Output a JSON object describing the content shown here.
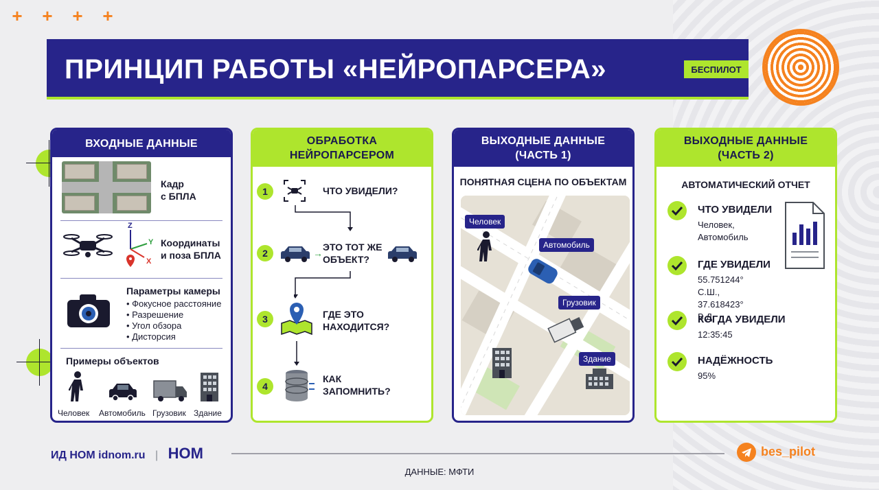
{
  "header": {
    "title": "ПРИНЦИП РАБОТЫ «НЕЙРОПАРСЕРА»",
    "tag": "БЕСПИЛОТ"
  },
  "panels": {
    "input": {
      "title": "ВХОДНЫЕ ДАННЫЕ",
      "frame_label": "Кадр\nс БПЛА",
      "coords_label": "Координаты\nи поза БПЛА",
      "axis_z": "Z",
      "axis_x": "X",
      "axis_y": "Y",
      "camera_title": "Параметры камеры",
      "camera_items": [
        "• Фокусное расстояние",
        "• Разрешение",
        "• Угол обзора",
        "• Дисторсия"
      ],
      "examples_title": "Примеры объектов",
      "examples": [
        "Человек",
        "Автомобиль",
        "Грузовик",
        "Здание"
      ]
    },
    "processing": {
      "title": "ОБРАБОТКА\nНЕЙРОПАРСЕРОМ",
      "steps": [
        {
          "num": "1",
          "text": "ЧТО УВИДЕЛИ?"
        },
        {
          "num": "2",
          "text": "ЭТО ТОТ ЖЕ\nОБЪЕКТ?"
        },
        {
          "num": "3",
          "text": "ГДЕ ЭТО\nНАХОДИТСЯ?"
        },
        {
          "num": "4",
          "text": "КАК\nЗАПОМНИТЬ?"
        }
      ]
    },
    "output1": {
      "title": "ВЫХОДНЫЕ ДАННЫЕ\n(ЧАСТЬ 1)",
      "subtitle": "ПОНЯТНАЯ СЦЕНА ПО ОБЪЕКТАМ",
      "tags": [
        "Человек",
        "Автомобиль",
        "Грузовик",
        "Здание"
      ]
    },
    "output2": {
      "title": "ВЫХОДНЫЕ ДАННЫЕ\n(ЧАСТЬ 2)",
      "subtitle": "АВТОМАТИЧЕСКИЙ ОТЧЕТ",
      "items": [
        {
          "title": "ЧТО УВИДЕЛИ",
          "value": "Человек,\nАвтомобиль"
        },
        {
          "title": "ГДЕ УВИДЕЛИ",
          "value": "55.751244° С.Ш.,\n37.618423° В.Д."
        },
        {
          "title": "КОГДА УВИДЕЛИ",
          "value": "12:35:45"
        },
        {
          "title": "НАДЁЖНОСТЬ",
          "value": "95%"
        }
      ]
    }
  },
  "footer": {
    "publisher": "ИД НОМ idnom.ru",
    "brand": "НОМ",
    "handle": "bes_pilot",
    "source": "ДАННЫЕ: МФТИ"
  },
  "colors": {
    "navy": "#27248a",
    "lime": "#aee52d",
    "orange": "#f5821f"
  }
}
